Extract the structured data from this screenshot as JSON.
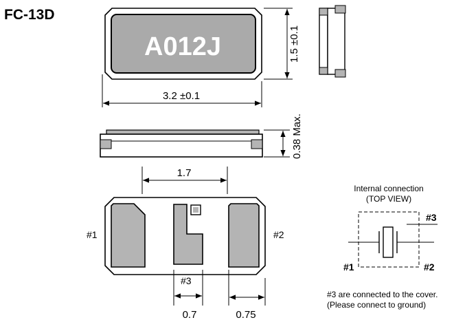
{
  "title": "FC-13D",
  "top_view": {
    "marking": "A012J",
    "width_label": "3.2 ±0.1",
    "height_label": "1.5 ±0.1"
  },
  "side_view": {
    "thickness_label": "0.38 Max."
  },
  "bottom_view": {
    "pitch_label": "1.7",
    "pin1": "#1",
    "pin2": "#2",
    "pin3": "#3",
    "center_pad_width_label": "0.7",
    "end_pad_width_label": "0.75"
  },
  "internal_connection": {
    "title_line1": "Internal connection",
    "title_line2": "(TOP VIEW)",
    "pin1": "#1",
    "pin2": "#2",
    "pin3": "#3"
  },
  "notes": {
    "line1": "#3 are connected to the cover.",
    "line2": "(Please connect to ground)"
  },
  "colors": {
    "pad_gray": "#b4b4b4",
    "body_gray": "#aaaaaa",
    "line": "#000000"
  }
}
